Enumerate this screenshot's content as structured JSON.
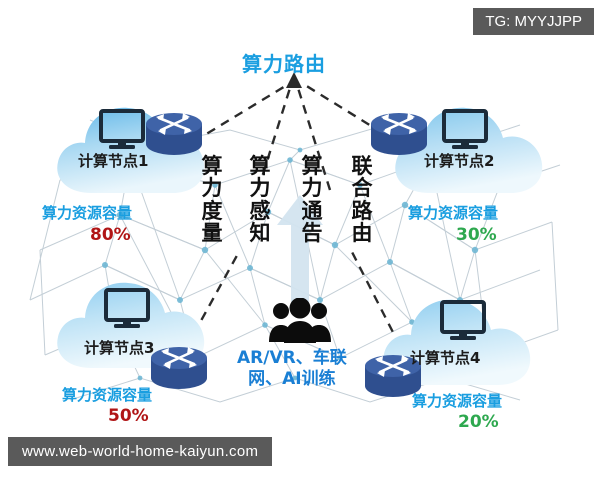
{
  "diagram": {
    "title": "算力路由",
    "title_color": "#1a9ee0",
    "background_color": "#ffffff",
    "mesh_color": "#b9c6cf",
    "mesh_node_color": "#6fb7d4"
  },
  "center_flow": {
    "arrow_direction": "up",
    "arrow_color": "#cfe2ee",
    "columns": [
      {
        "text": "算力度量",
        "name": "computing-power-measurement"
      },
      {
        "text": "算力感知",
        "name": "computing-power-awareness"
      },
      {
        "text": "算力通告",
        "name": "computing-power-announcement"
      },
      {
        "text": "联合路由",
        "name": "joint-routing"
      }
    ]
  },
  "nodes": [
    {
      "id": "node1",
      "label": "计算节点1",
      "capacity_label": "算力资源容量",
      "capacity_value": "80%",
      "capacity_label_color": "#1a9ee0",
      "capacity_value_color": "#b01516"
    },
    {
      "id": "node2",
      "label": "计算节点2",
      "capacity_label": "算力资源容量",
      "capacity_value": "30%",
      "capacity_label_color": "#1a9ee0",
      "capacity_value_color": "#2ea84f"
    },
    {
      "id": "node3",
      "label": "计算节点3",
      "capacity_label": "算力资源容量",
      "capacity_value": "50%",
      "capacity_label_color": "#1a9ee0",
      "capacity_value_color": "#b01516"
    },
    {
      "id": "node4",
      "label": "计算节点4",
      "capacity_label": "算力资源容量",
      "capacity_value": "20%",
      "capacity_label_color": "#1a9ee0",
      "capacity_value_color": "#2ea84f"
    }
  ],
  "applications": {
    "line1": "AR/VR、车联",
    "line2": "网、AI训练",
    "color": "#1a7fd4",
    "icon": "people-group-icon"
  },
  "watermarks": {
    "tg": "TG: MYYJJPP",
    "url": "www.web-world-home-kaiyun.com"
  }
}
